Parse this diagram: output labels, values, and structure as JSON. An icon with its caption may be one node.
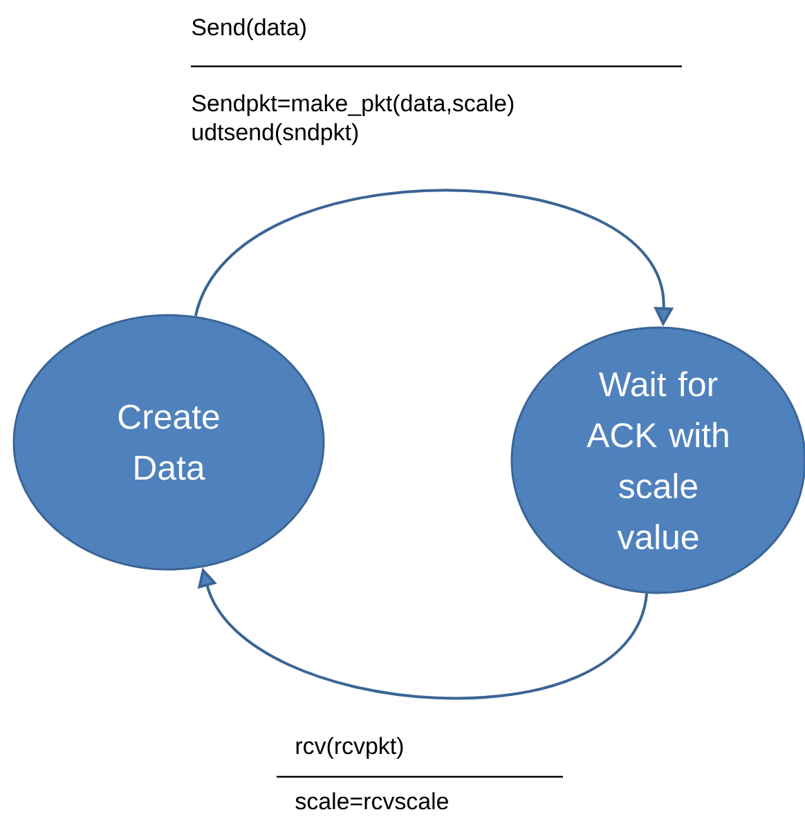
{
  "diagram": {
    "nodes": [
      {
        "text": [
          "Create Data"
        ]
      },
      {
        "text": [
          "Wait for ACK with scale value"
        ]
      }
    ],
    "edges": [
      {
        "from": 0,
        "to": 1,
        "arrow": "to"
      },
      {
        "from": 1,
        "to": 0,
        "arrow": "to"
      }
    ],
    "labels": [
      "Send(data)",
      "Sendpkt=make_pkt(data,scale) udtsend(sndpkt)",
      "rcv(rcvpkt)",
      "scale=rcvscale"
    ]
  }
}
